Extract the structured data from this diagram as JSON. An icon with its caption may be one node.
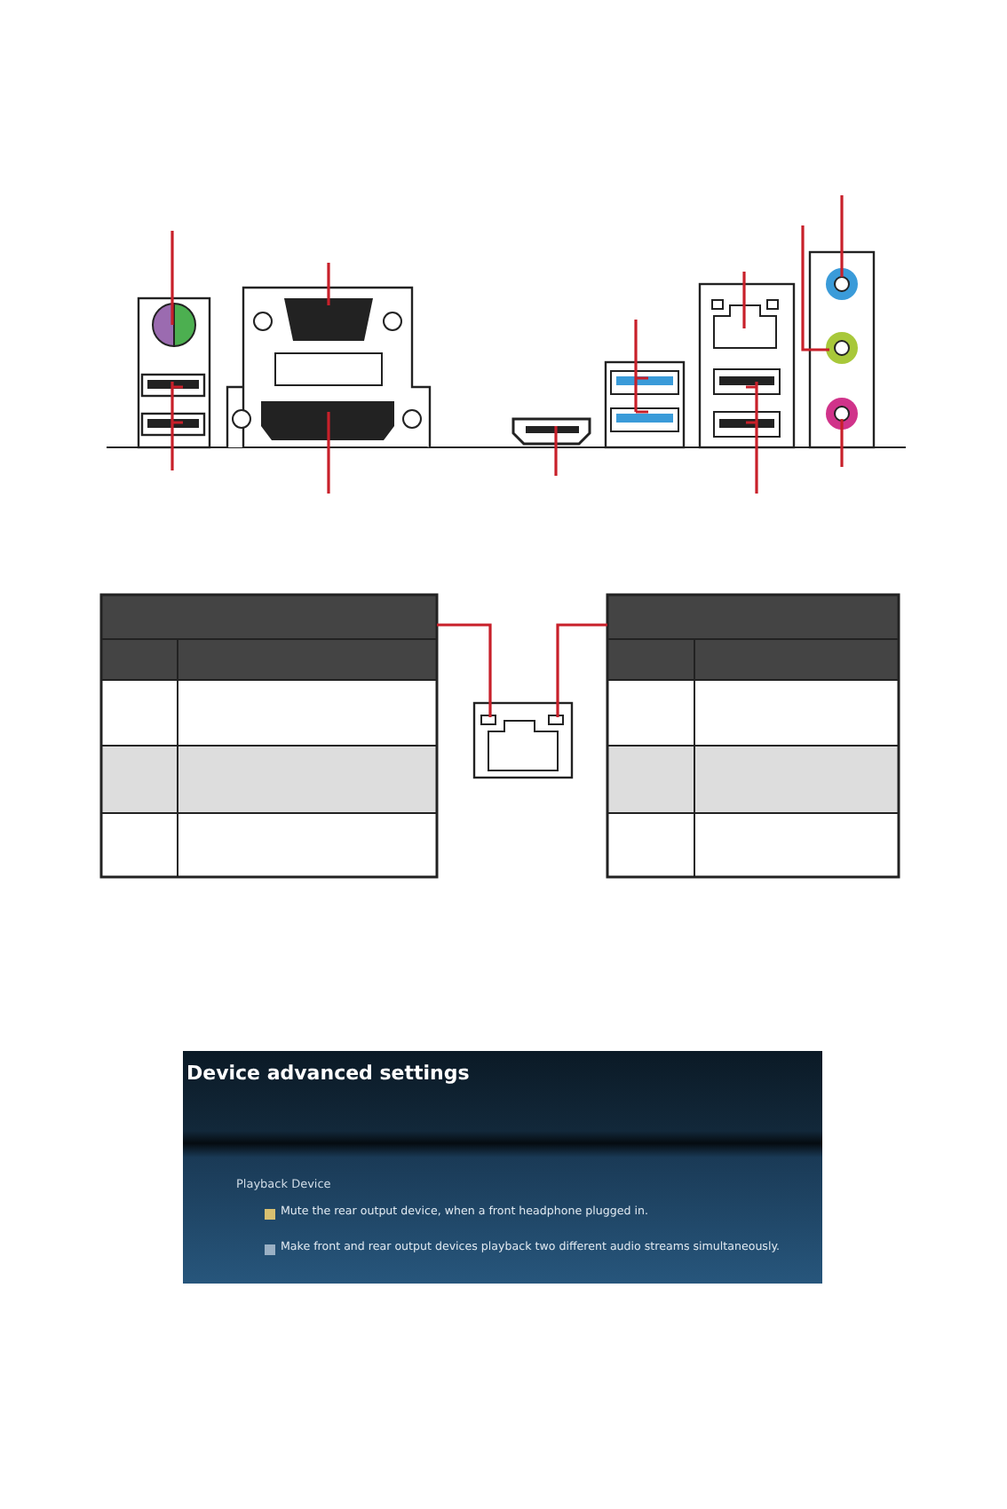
{
  "diagram": {
    "labels": [
      "Device advanced settings",
      "Playback Device",
      "Mute the rear output device, when a front headphone plugged in.",
      "Make front and rear output devices playback two different audio streams simultaneously."
    ]
  }
}
